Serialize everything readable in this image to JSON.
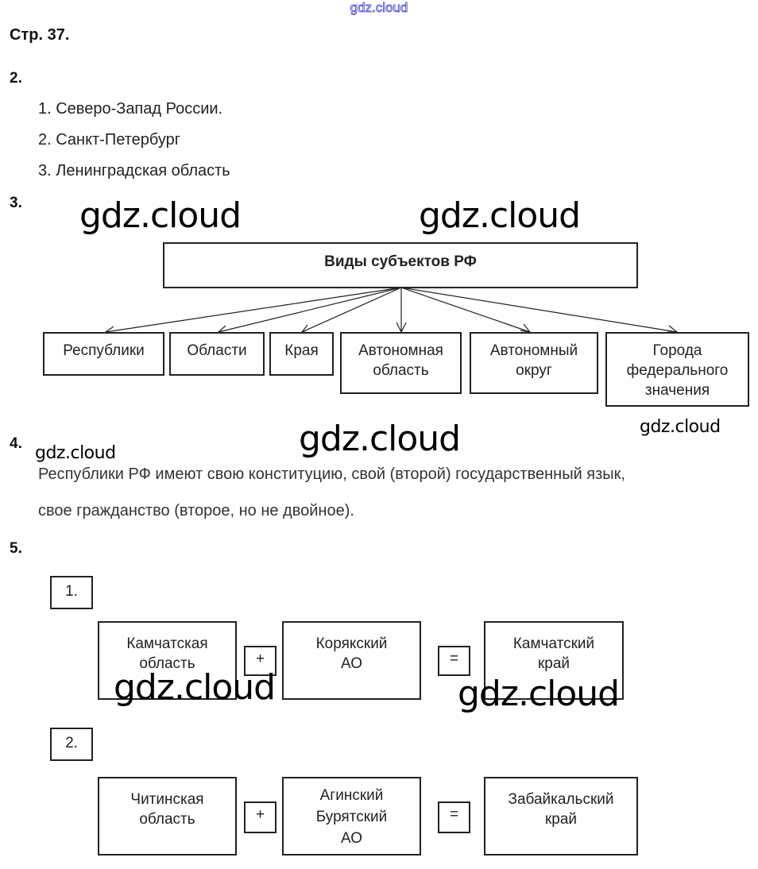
{
  "watermark_top": "gdz.cloud",
  "watermark": "gdz.cloud",
  "page_heading": "Стр. 37.",
  "q2": {
    "number": "2.",
    "items": [
      "1. Северо-Запад России.",
      "2. Санкт-Петербург",
      "3. Ленинградская область"
    ]
  },
  "q3": {
    "number": "3.",
    "root": "Виды субъектов РФ",
    "children": [
      [
        "Республики"
      ],
      [
        "Области"
      ],
      [
        "Края"
      ],
      [
        "Автономная",
        "область"
      ],
      [
        "Автономный",
        "округ"
      ],
      [
        "Города",
        "федерального",
        "значения"
      ]
    ]
  },
  "q4": {
    "number": "4.",
    "lines": [
      "Республики РФ имеют свою конституцию, свой (второй) государственный язык,",
      "свое гражданство (второе, но не двойное)."
    ]
  },
  "q5": {
    "number": "5.",
    "equations": [
      {
        "label": "1.",
        "left": [
          "Камчатская",
          "область"
        ],
        "plus": "+",
        "middle": [
          "Корякский",
          "АО"
        ],
        "equals": "=",
        "result": [
          "Камчатский",
          "край"
        ]
      },
      {
        "label": "2.",
        "left": [
          "Читинская",
          "область"
        ],
        "plus": "+",
        "middle": [
          "Агинский",
          "Бурятский",
          "АО"
        ],
        "equals": "=",
        "result": [
          "Забайкальский",
          "край"
        ]
      }
    ]
  }
}
